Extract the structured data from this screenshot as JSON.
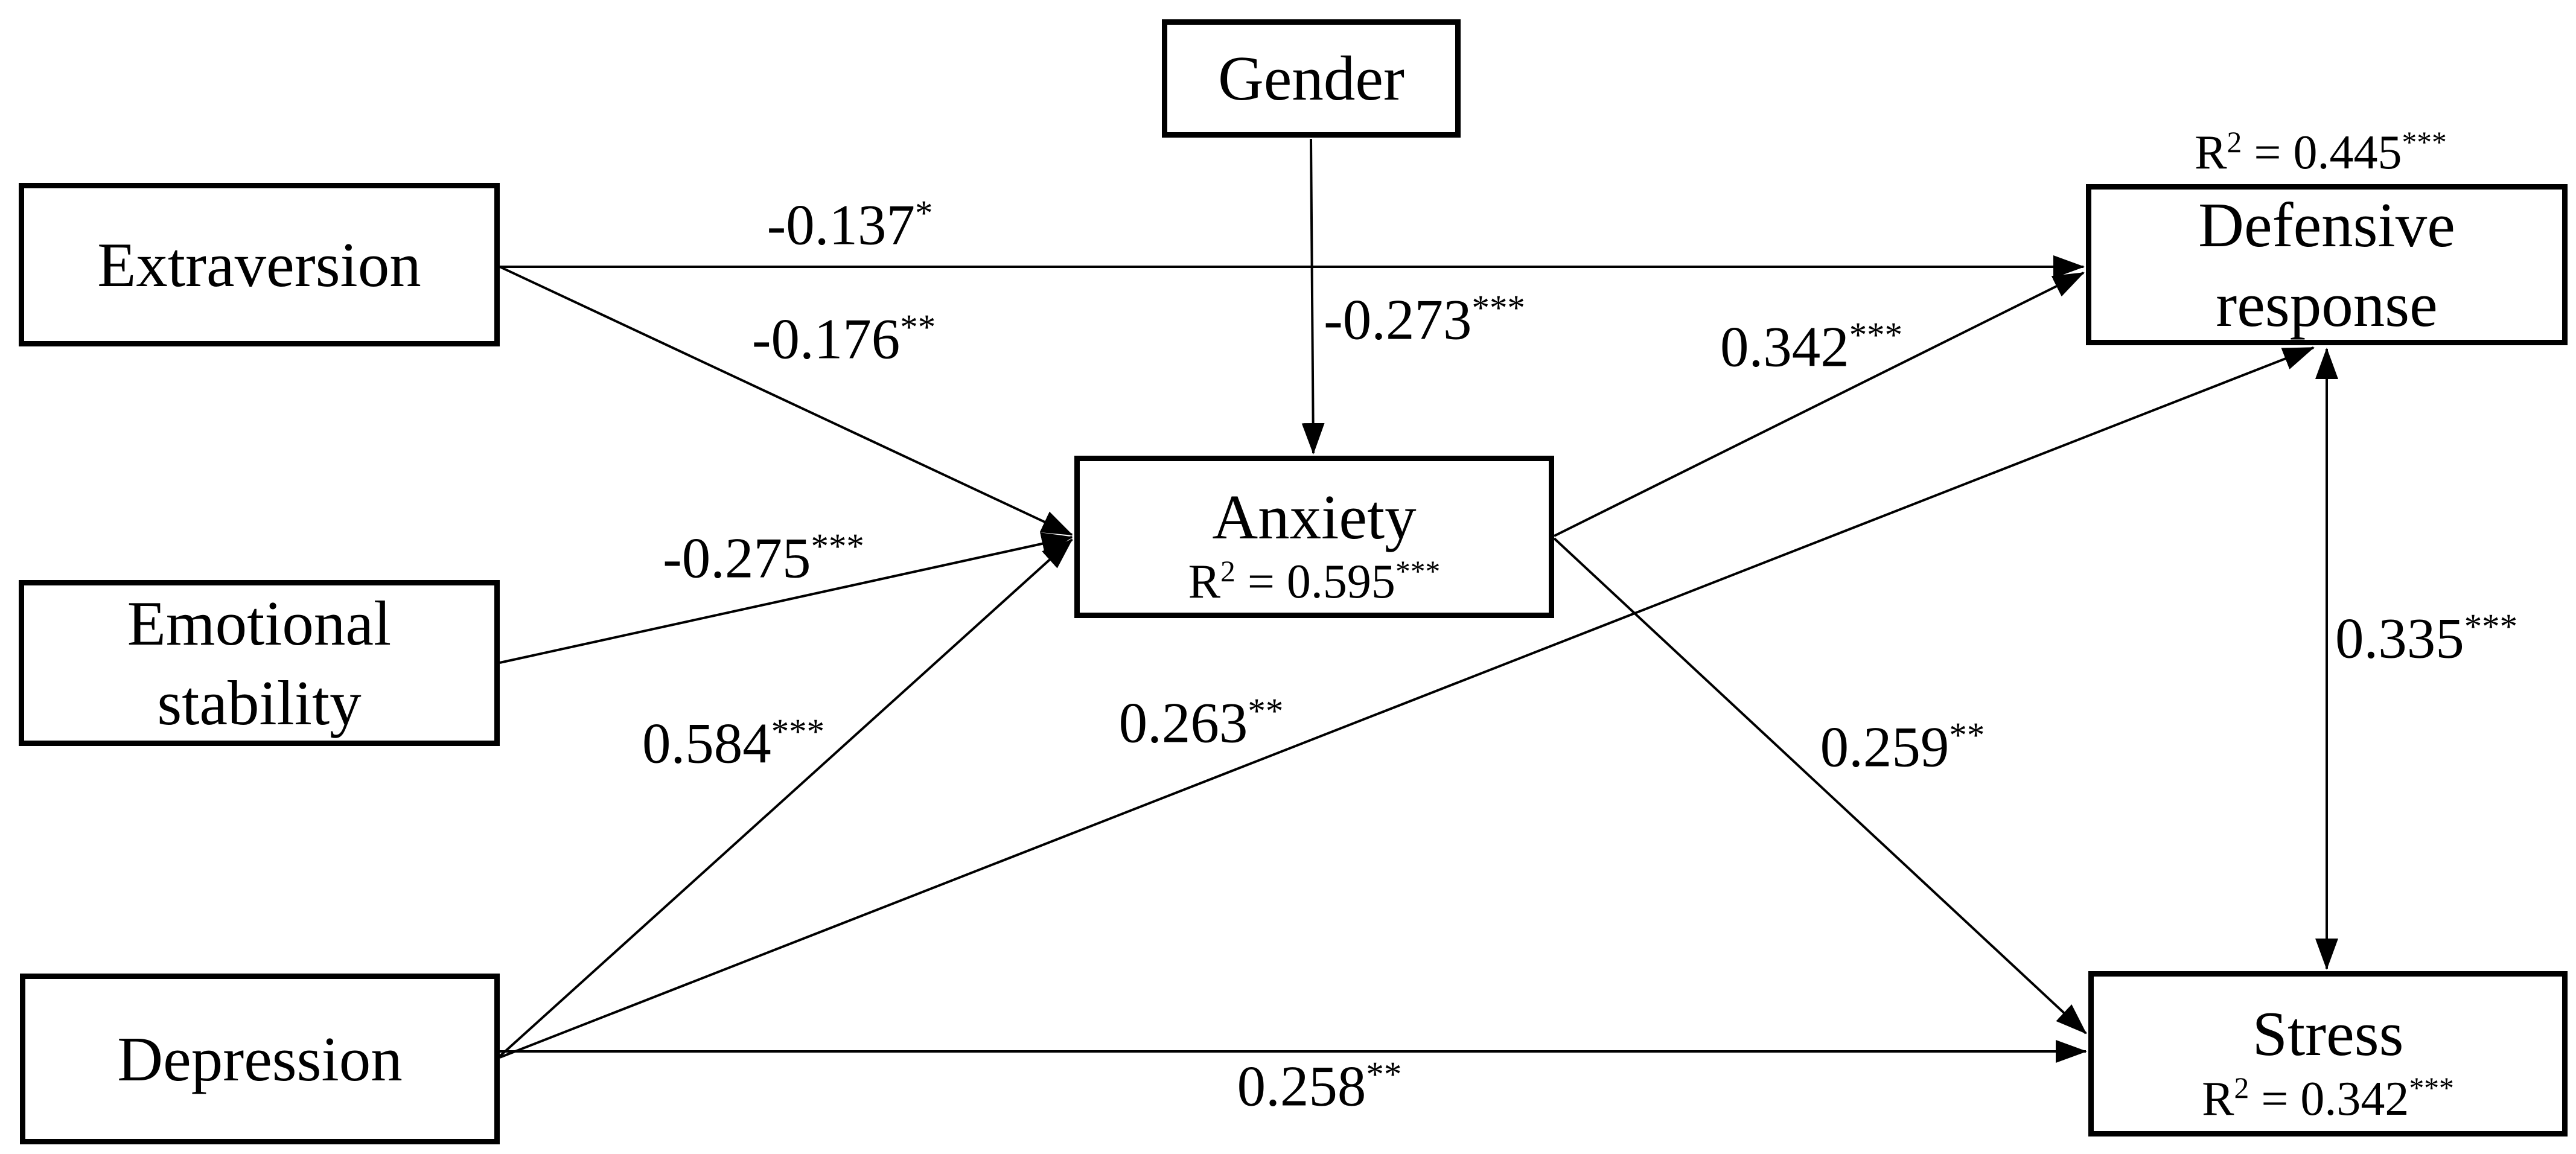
{
  "figure": {
    "kind": "structural-equation-path-diagram",
    "background_color": "#ffffff",
    "line_color": "#000000",
    "text_color": "#000000"
  },
  "boxes": {
    "gender": {
      "label": "Gender"
    },
    "extraversion": {
      "label": "Extraversion"
    },
    "emotional_stability": {
      "label": "Emotional stability"
    },
    "depression": {
      "label": "Depression"
    },
    "anxiety": {
      "label": "Anxiety",
      "r2": {
        "base": "R",
        "exp": "2",
        "rest": " = 0.595",
        "stars": "***"
      }
    },
    "defensive_response": {
      "label": "Defensive response",
      "r2": {
        "base": "R",
        "exp": "2",
        "rest": " = 0.445",
        "stars": "***"
      }
    },
    "stress": {
      "label": "Stress",
      "r2": {
        "base": "R",
        "exp": "2",
        "rest": " = 0.342",
        "stars": "***"
      }
    }
  },
  "edges": [
    {
      "from": "Extraversion",
      "to": "Defensive response",
      "value": "-0.137",
      "stars": "*",
      "coef": -0.137,
      "bidirectional": false
    },
    {
      "from": "Extraversion",
      "to": "Anxiety",
      "value": "-0.176",
      "stars": "**",
      "coef": -0.176,
      "bidirectional": false
    },
    {
      "from": "Gender",
      "to": "Anxiety",
      "value": "-0.273",
      "stars": "***",
      "coef": -0.273,
      "bidirectional": false
    },
    {
      "from": "Emotional stability",
      "to": "Anxiety",
      "value": "-0.275",
      "stars": "***",
      "coef": -0.275,
      "bidirectional": false
    },
    {
      "from": "Depression",
      "to": "Anxiety",
      "value": "0.584",
      "stars": "***",
      "coef": 0.584,
      "bidirectional": false
    },
    {
      "from": "Depression",
      "to": "Defensive response",
      "value": "0.263",
      "stars": "**",
      "coef": 0.263,
      "bidirectional": false
    },
    {
      "from": "Depression",
      "to": "Stress",
      "value": "0.258",
      "stars": "**",
      "coef": 0.258,
      "bidirectional": false
    },
    {
      "from": "Anxiety",
      "to": "Defensive response",
      "value": "0.342",
      "stars": "***",
      "coef": 0.342,
      "bidirectional": false
    },
    {
      "from": "Anxiety",
      "to": "Stress",
      "value": "0.259",
      "stars": "**",
      "coef": 0.259,
      "bidirectional": false
    },
    {
      "from": "Defensive response",
      "to": "Stress",
      "value": "0.335",
      "stars": "***",
      "coef": 0.335,
      "bidirectional": true
    }
  ]
}
